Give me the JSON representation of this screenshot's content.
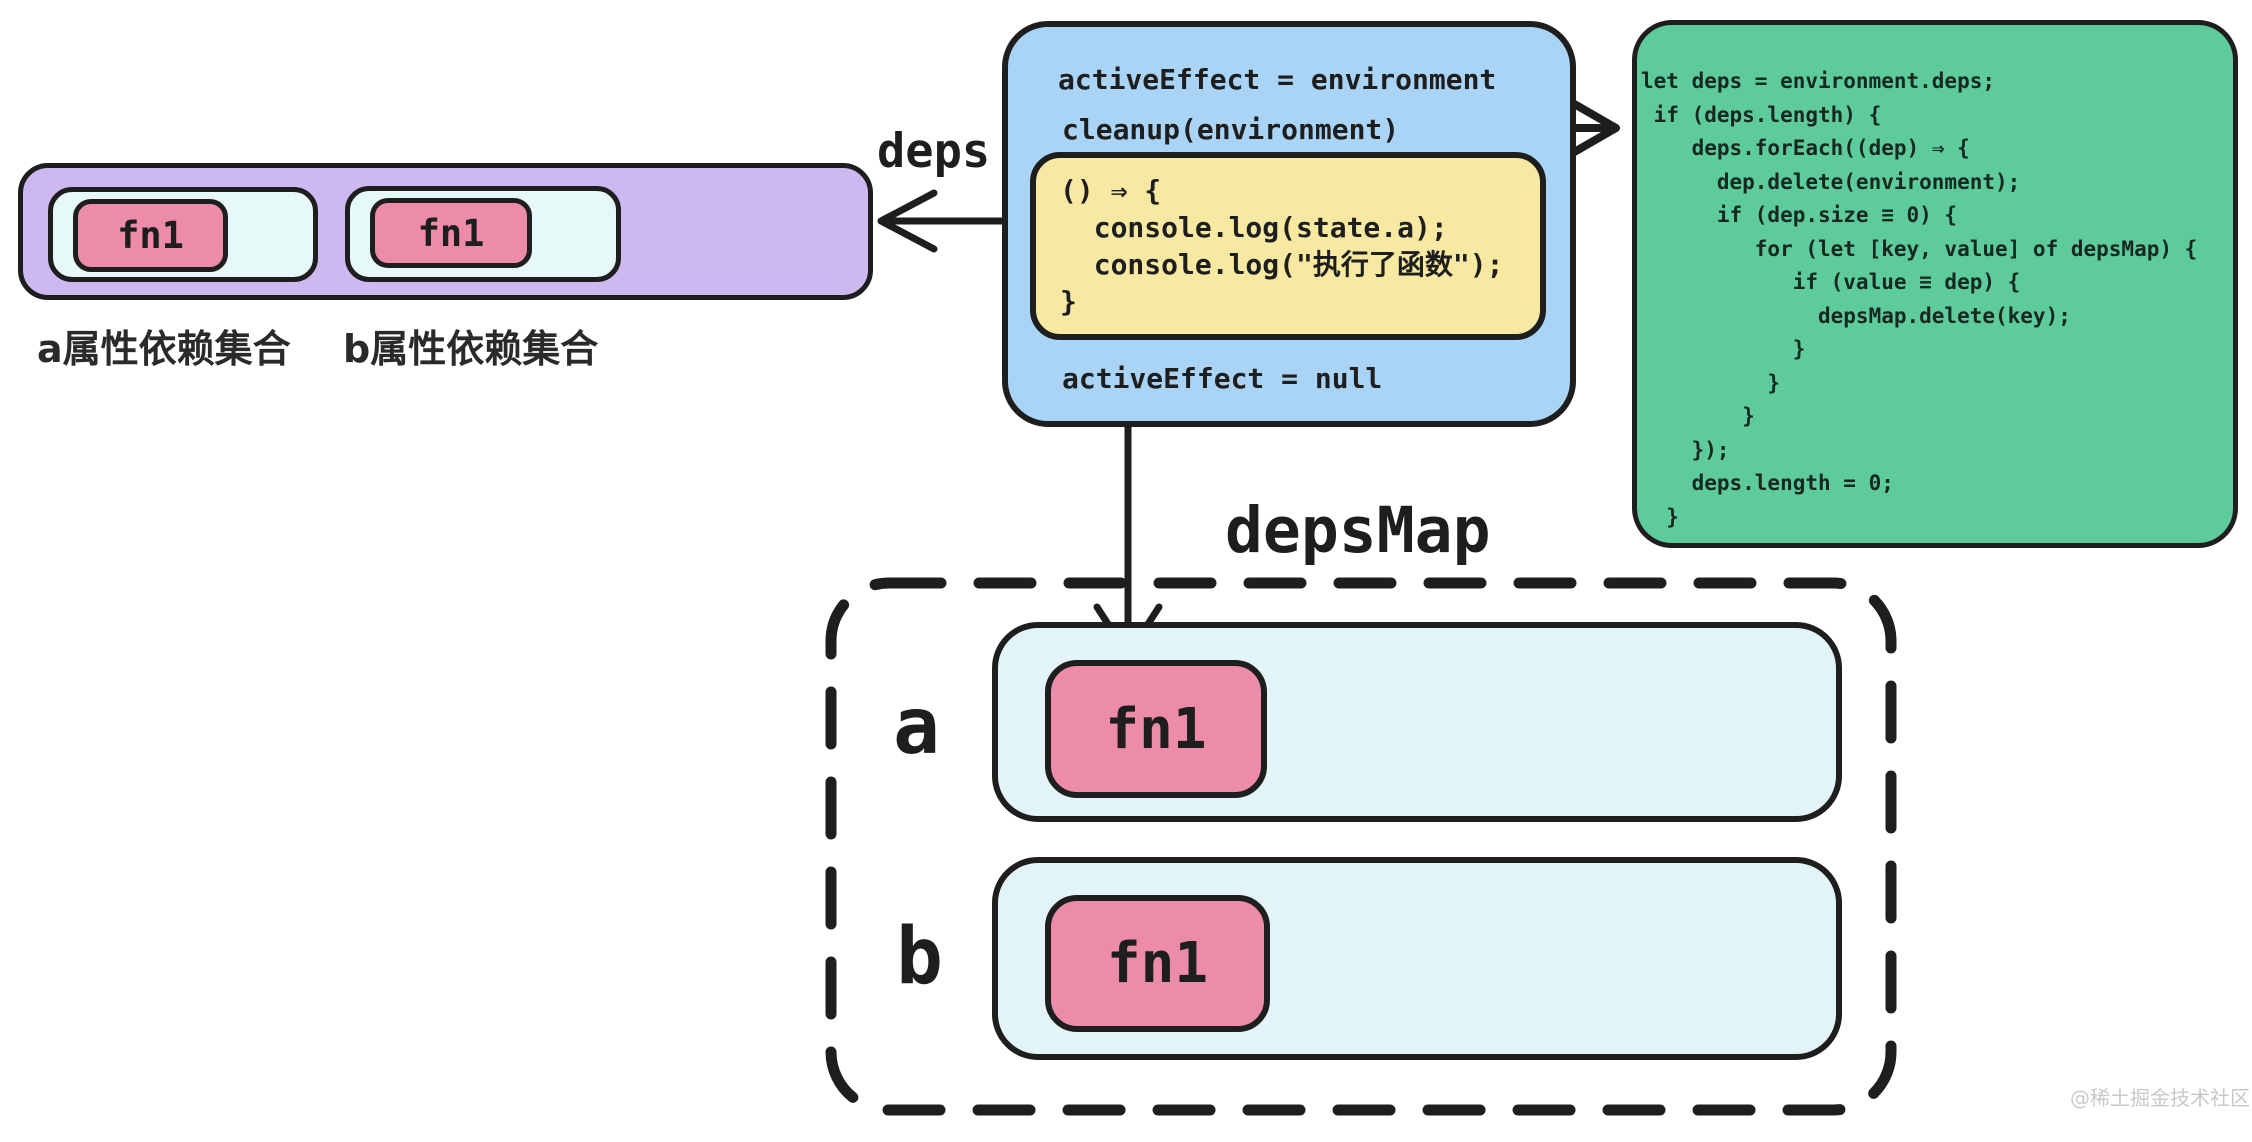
{
  "colors": {
    "purple_fill": "#cdb9f0",
    "cyan_fill": "#e7f8f9",
    "pink_fill": "#ec8ca9",
    "blue_fill": "#a9d4f5",
    "yellow_fill": "#f8e9a2",
    "green_fill": "#5ecb9d",
    "stroke": "#1e1e1e",
    "watermark": "#c9c9c9"
  },
  "deps_collection": {
    "arrow_label": "deps",
    "sets": [
      {
        "label": "a属性依赖集合",
        "items": [
          "fn1"
        ]
      },
      {
        "label": "b属性依赖集合",
        "items": [
          "fn1"
        ]
      }
    ]
  },
  "effect_box": {
    "assign_line": "activeEffect = environment",
    "cleanup_line": "cleanup(environment)",
    "fn_lines": [
      "() ⇒ {",
      "  console.log(state.a);",
      "  console.log(\"执行了函数\");",
      "}"
    ],
    "reset_line": "activeEffect = null"
  },
  "cleanup_box": {
    "lines": [
      "let deps = environment.deps;",
      " if (deps.length) {",
      "    deps.forEach((dep) ⇒ {",
      "      dep.delete(environment);",
      "      if (dep.size ≡ 0) {",
      "         for (let [key, value] of depsMap) {",
      "            if (value ≡ dep) {",
      "              depsMap.delete(key);",
      "            }",
      "          }",
      "        }",
      "    });",
      "    deps.length = 0;",
      "  }"
    ]
  },
  "deps_map": {
    "label": "depsMap",
    "rows": [
      {
        "key": "a",
        "items": [
          "fn1"
        ]
      },
      {
        "key": "b",
        "items": [
          "fn1"
        ]
      }
    ]
  },
  "watermark": "@稀土掘金技术社区"
}
